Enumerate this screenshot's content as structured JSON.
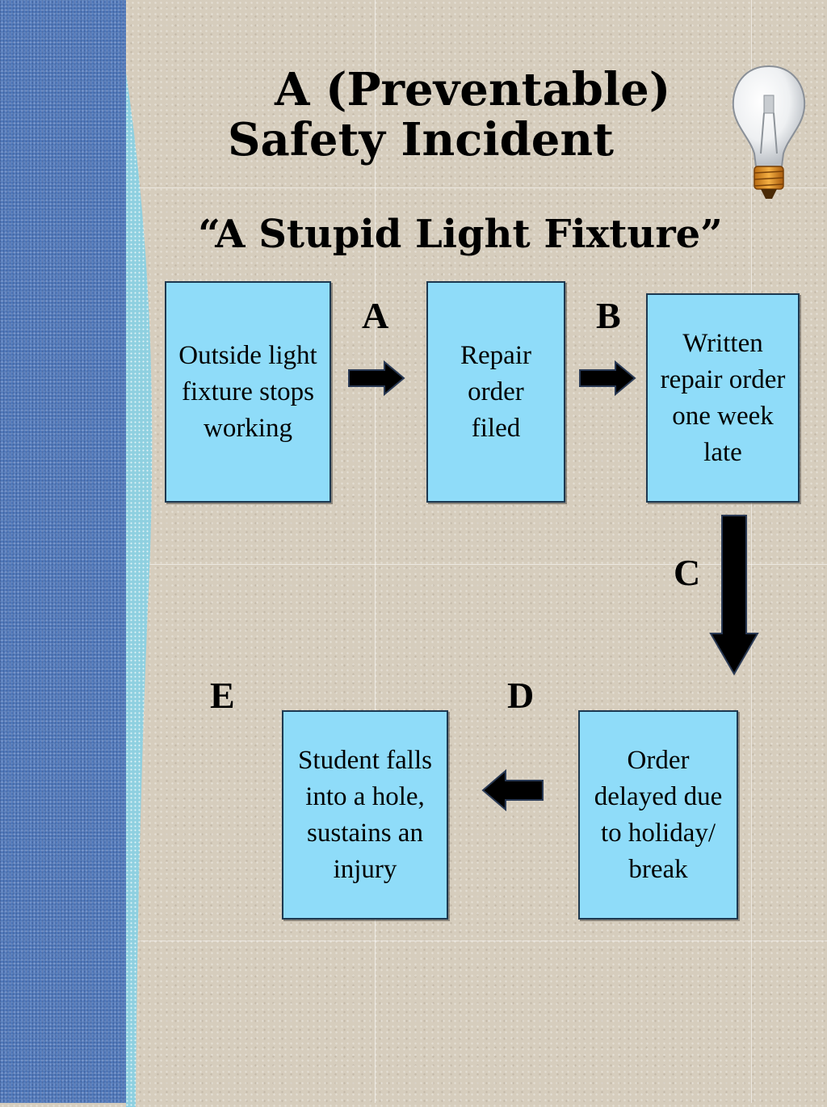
{
  "title_line1": "A (Preventable)",
  "title_line2": "Safety Incident",
  "subtitle": "“A Stupid Light Fixture”",
  "icon": "lightbulb-icon",
  "colors": {
    "box_fill": "#8fdcf9",
    "box_border": "#1c3850",
    "arrow": "#000000",
    "side_panel": "#4f77b8",
    "background": "#d6cdbd"
  },
  "steps": [
    {
      "text": "Outside light\nfixture stops\nworking"
    },
    {
      "text": "Repair\norder\nfiled"
    },
    {
      "text": "Written\nrepair order\none week\nlate"
    },
    {
      "text": "Order\ndelayed due\nto holiday/\nbreak"
    },
    {
      "text": "Student falls\ninto a hole,\nsustains an\ninjury"
    }
  ],
  "labels": {
    "a": "A",
    "b": "B",
    "c": "C",
    "d": "D",
    "e": "E"
  }
}
